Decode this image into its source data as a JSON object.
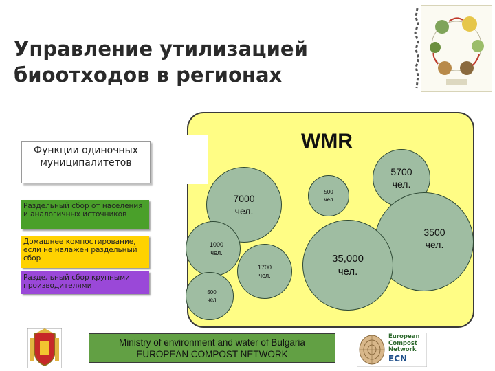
{
  "slide": {
    "title": "Управление утилизацией\nбиоотходов в регионах",
    "functions_box": "Функции одиночных муниципалитетов",
    "items": [
      {
        "label": "Раздельный сбор от населения и аналогичных источников",
        "color": "#4aa02a"
      },
      {
        "label": "Домашнее компостирование, если не налажен раздельный сбор",
        "color": "#ffd200"
      },
      {
        "label": "Раздельный сбор крупными производителями",
        "color": "#9a48d8"
      }
    ],
    "wmr_label": "WMR",
    "circles": [
      {
        "label": "5700\nчел."
      },
      {
        "label": "7000\nчел."
      },
      {
        "label": "500\nчел"
      },
      {
        "label": "3500\nчел."
      },
      {
        "label": "1000\nчел."
      },
      {
        "label": "1700\nчел."
      },
      {
        "label": "35,000\nчел."
      },
      {
        "label": "500\nчел"
      }
    ],
    "footer": {
      "line1": "Ministry of environment and water of Bulgaria",
      "line2": "EUROPEAN COMPOST NETWORK"
    },
    "ecn_logo": {
      "line1": "European",
      "line2": "Compost",
      "line3": "Network",
      "abbr": "ECN"
    }
  }
}
